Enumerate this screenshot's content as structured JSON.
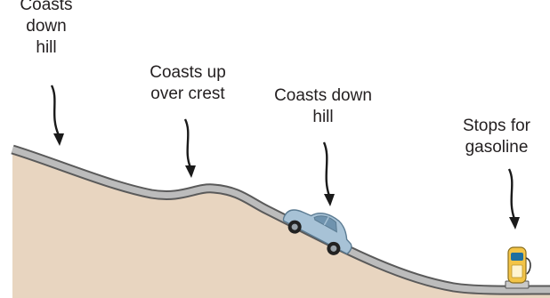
{
  "labels": {
    "coasts_down_hill_1": "Coasts\ndown\nhill",
    "coasts_up_over_crest": "Coasts up\nover crest",
    "coasts_down_hill_2": "Coasts down\nhill",
    "stops_for_gasoline": "Stops for\ngasoline"
  },
  "colors": {
    "ground_fill": "#e8d5c0",
    "ground_edge": "#c9ad92",
    "road_fill": "#bcbcbc",
    "road_edge": "#5a5a5a",
    "arrow": "#1a1a1a",
    "car_body": "#a7c2d6",
    "pump_body": "#f3c447",
    "pump_accent": "#1f6fa0"
  }
}
